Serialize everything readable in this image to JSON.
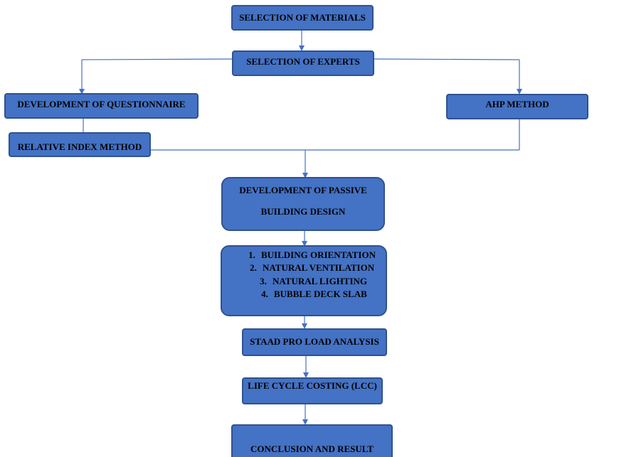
{
  "diagram": {
    "nodes": {
      "selection_of_materials": "SELECTION OF MATERIALS",
      "selection_of_experts": "SELECTION OF EXPERTS",
      "development_of_questionnaire": "DEVELOPMENT OF QUESTIONNAIRE",
      "ahp_method": "AHP METHOD",
      "relative_index_method": "RELATIVE INDEX METHOD",
      "passive_design_line1": "DEVELOPMENT OF PASSIVE",
      "passive_design_line2": "BUILDING DESIGN",
      "design_steps": [
        {
          "num": "1.",
          "label": "BUILDING ORIENTATION"
        },
        {
          "num": "2.",
          "label": "NATURAL VENTILATION"
        },
        {
          "num": "3.",
          "label": "NATURAL LIGHTING"
        },
        {
          "num": "4.",
          "label": "BUBBLE DECK SLAB"
        }
      ],
      "staad_pro": "STAAD PRO LOAD ANALYSIS",
      "life_cycle_costing": "LIFE CYCLE COSTING (LCC)",
      "conclusion": "CONCLUSION AND RESULT"
    },
    "colors": {
      "box_fill": "#4472c4",
      "box_border": "#2f528f",
      "connector": "#4472c4"
    }
  }
}
